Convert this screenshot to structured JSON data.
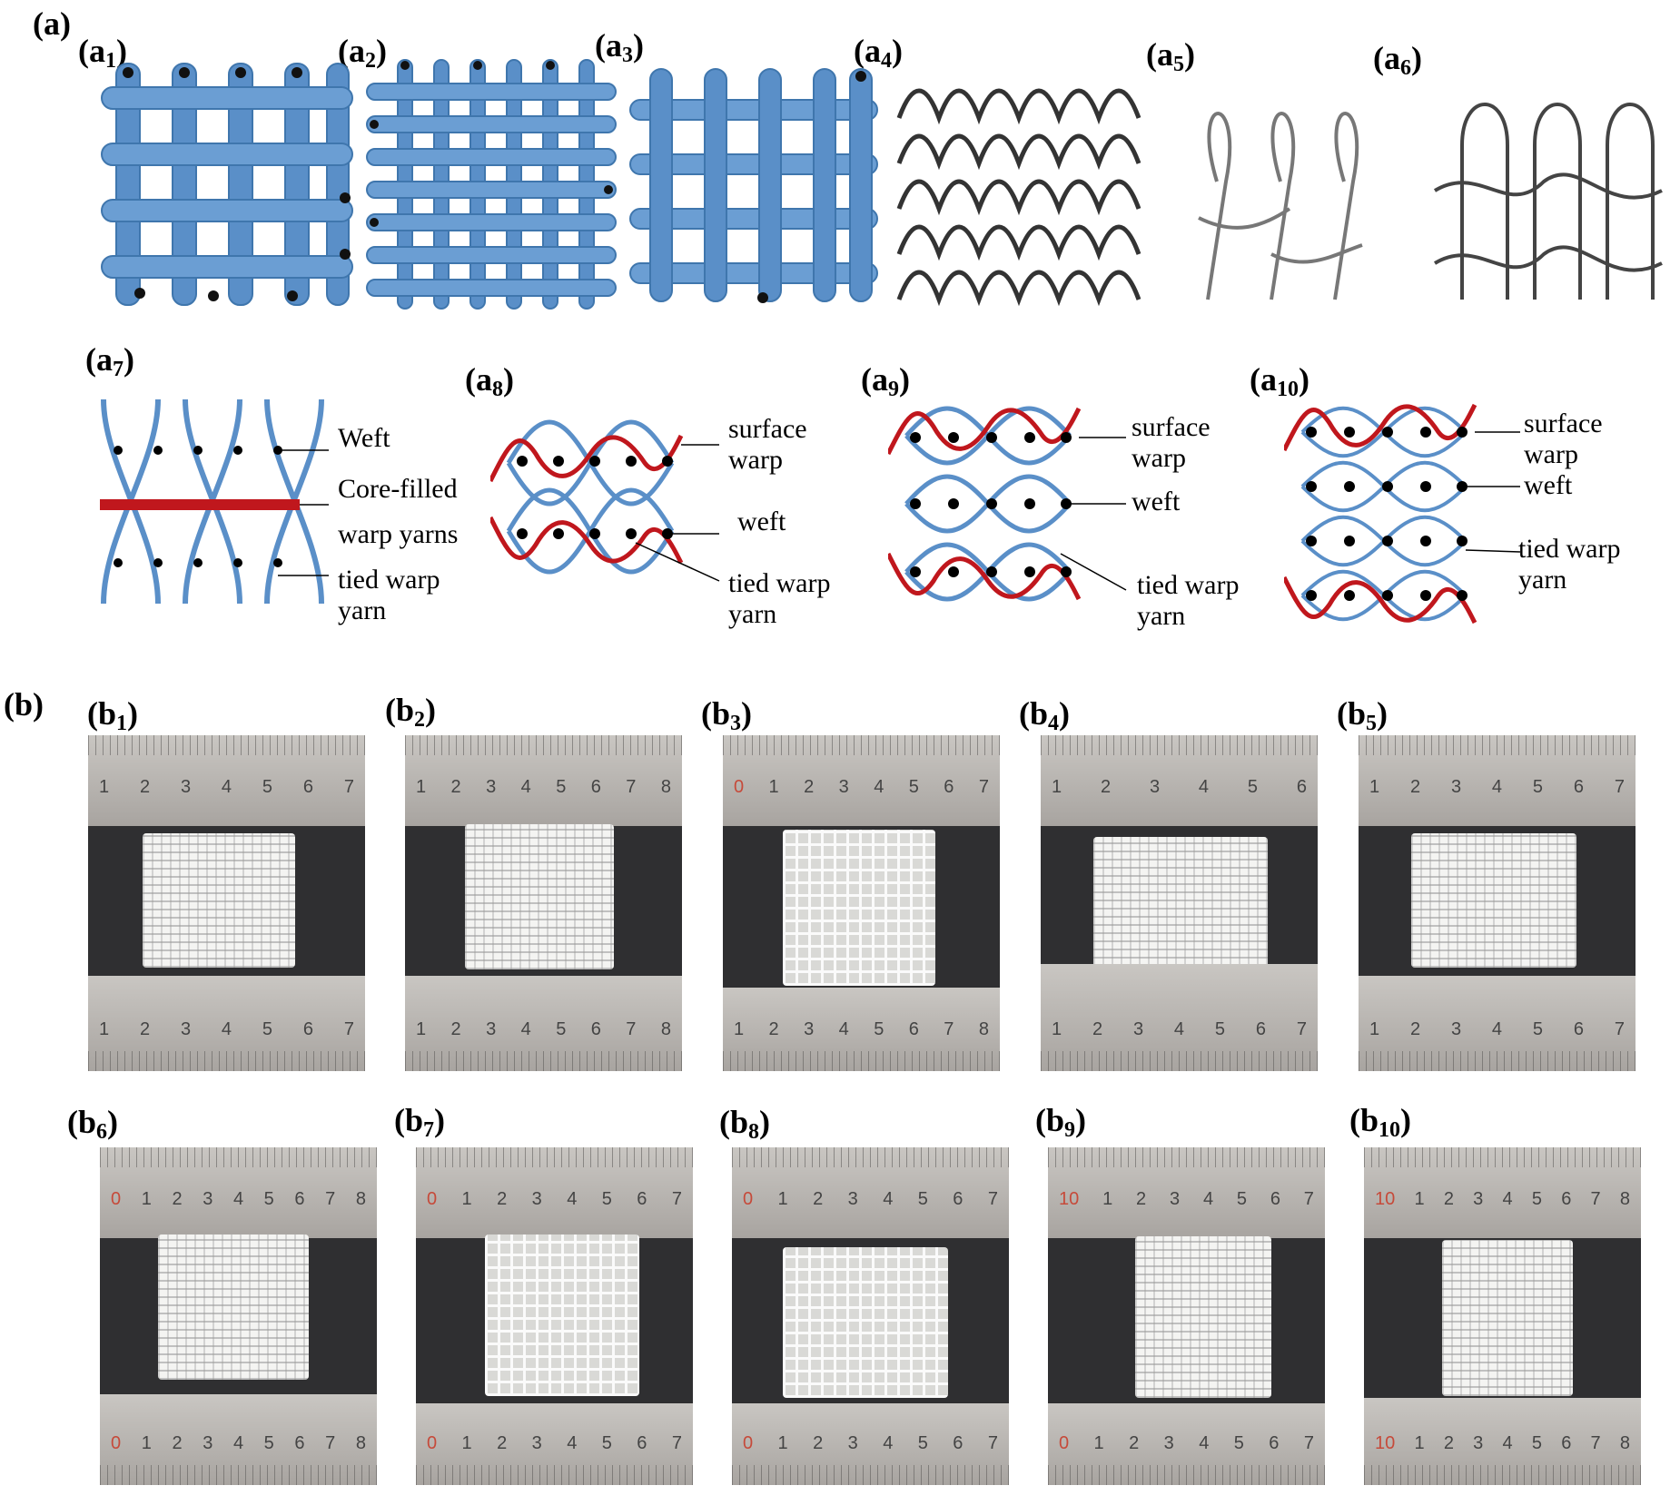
{
  "a": {
    "label": "(a)",
    "panels": [
      {
        "prefix": "(a",
        "sub": "1",
        "suffix": ")"
      },
      {
        "prefix": "(a",
        "sub": "2",
        "suffix": ")"
      },
      {
        "prefix": "(a",
        "sub": "3",
        "suffix": ")"
      },
      {
        "prefix": "(a",
        "sub": "4",
        "suffix": ")"
      },
      {
        "prefix": "(a",
        "sub": "5",
        "suffix": ")"
      },
      {
        "prefix": "(a",
        "sub": "6",
        "suffix": ")"
      },
      {
        "prefix": "(a",
        "sub": "7",
        "suffix": ")"
      },
      {
        "prefix": "(a",
        "sub": "8",
        "suffix": ")"
      },
      {
        "prefix": "(a",
        "sub": "9",
        "suffix": ")"
      },
      {
        "prefix": "(a",
        "sub": "10",
        "suffix": ")"
      }
    ],
    "annotations": {
      "a7": [
        "Weft",
        "Core-filled",
        "warp yarns",
        "tied warp yarn"
      ],
      "a8": [
        "surface warp",
        "weft",
        "tied warp yarn"
      ],
      "a9": [
        "surface warp",
        "weft",
        "tied warp yarn"
      ],
      "a10": [
        "surface warp",
        "weft",
        "tied warp yarn"
      ]
    },
    "colors": {
      "yarn_blue": "#5a8fc8",
      "binder_red": "#c0171d",
      "dot": "#000000",
      "outline": "#333333"
    }
  },
  "b": {
    "label": "(b)",
    "panels": [
      {
        "prefix": "(b",
        "sub": "1",
        "suffix": ")"
      },
      {
        "prefix": "(b",
        "sub": "2",
        "suffix": ")"
      },
      {
        "prefix": "(b",
        "sub": "3",
        "suffix": ")"
      },
      {
        "prefix": "(b",
        "sub": "4",
        "suffix": ")"
      },
      {
        "prefix": "(b",
        "sub": "5",
        "suffix": ")"
      },
      {
        "prefix": "(b",
        "sub": "6",
        "suffix": ")"
      },
      {
        "prefix": "(b",
        "sub": "7",
        "suffix": ")"
      },
      {
        "prefix": "(b",
        "sub": "8",
        "suffix": ")"
      },
      {
        "prefix": "(b",
        "sub": "9",
        "suffix": ")"
      },
      {
        "prefix": "(b",
        "sub": "10",
        "suffix": ")"
      }
    ],
    "rulers": [
      {
        "top": [
          "1",
          "2",
          "3",
          "4",
          "5",
          "6",
          "7"
        ],
        "bottom": [
          "1",
          "2",
          "3",
          "4",
          "5",
          "6",
          "7"
        ]
      },
      {
        "top": [
          "1",
          "2",
          "3",
          "4",
          "5",
          "6",
          "7",
          "8"
        ],
        "bottom": [
          "1",
          "2",
          "3",
          "4",
          "5",
          "6",
          "7",
          "8"
        ]
      },
      {
        "top": [
          "0",
          "1",
          "2",
          "3",
          "4",
          "5",
          "6",
          "7"
        ],
        "bottom": [
          "1",
          "2",
          "3",
          "4",
          "5",
          "6",
          "7",
          "8"
        ]
      },
      {
        "top": [
          "1",
          "2",
          "3",
          "4",
          "5",
          "6"
        ],
        "bottom": [
          "1",
          "2",
          "3",
          "4",
          "5",
          "6",
          "7"
        ]
      },
      {
        "top": [
          "1",
          "2",
          "3",
          "4",
          "5",
          "6",
          "7"
        ],
        "bottom": [
          "1",
          "2",
          "3",
          "4",
          "5",
          "6",
          "7"
        ]
      },
      {
        "top": [
          "0",
          "1",
          "2",
          "3",
          "4",
          "5",
          "6",
          "7",
          "8"
        ],
        "bottom": [
          "0",
          "1",
          "2",
          "3",
          "4",
          "5",
          "6",
          "7",
          "8"
        ]
      },
      {
        "top": [
          "0",
          "1",
          "2",
          "3",
          "4",
          "5",
          "6",
          "7"
        ],
        "bottom": [
          "0",
          "1",
          "2",
          "3",
          "4",
          "5",
          "6",
          "7"
        ]
      },
      {
        "top": [
          "0",
          "1",
          "2",
          "3",
          "4",
          "5",
          "6",
          "7"
        ],
        "bottom": [
          "0",
          "1",
          "2",
          "3",
          "4",
          "5",
          "6",
          "7"
        ]
      },
      {
        "top": [
          "10",
          "1",
          "2",
          "3",
          "4",
          "5",
          "6",
          "7"
        ],
        "bottom": [
          "0",
          "1",
          "2",
          "3",
          "4",
          "5",
          "6",
          "7"
        ]
      },
      {
        "top": [
          "10",
          "1",
          "2",
          "3",
          "4",
          "5",
          "6",
          "7",
          "8"
        ],
        "bottom": [
          "10",
          "1",
          "2",
          "3",
          "4",
          "5",
          "6",
          "7",
          "8"
        ]
      }
    ]
  }
}
